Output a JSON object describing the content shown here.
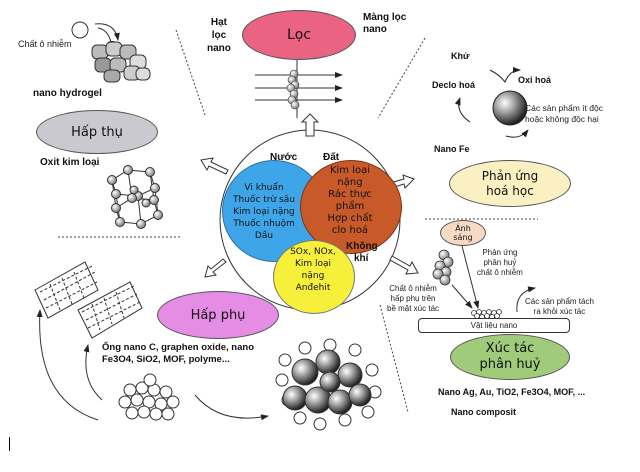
{
  "center": {
    "water_label": "Nước",
    "soil_label": "Đất",
    "air_label_line1": "Không",
    "air_label_line2": "khí",
    "water_items": [
      "Vi khuẩn",
      "Thuốc trừ sâu",
      "Kim loại nặng",
      "Thuốc nhuộm",
      "Dầu"
    ],
    "soil_items": [
      "Kim loại",
      "nặng",
      "Rác thực",
      "phẩm",
      "Hợp chất",
      "clo hoá"
    ],
    "air_items": [
      "SOx, NOx,",
      "Kim loại",
      "nặng",
      "Anđehit"
    ],
    "colors": {
      "water": "#3ea6e8",
      "soil": "#c85a2a",
      "air": "#f6f03a"
    }
  },
  "filter": {
    "title": "Lọc",
    "left_label": [
      "Hạt",
      "lọc",
      "nano"
    ],
    "right_label": [
      "Màng lọc",
      "nano"
    ],
    "color": "#ea6383"
  },
  "absorption": {
    "title": "Hấp thụ",
    "pollutant_label": "Chất ô nhiễm",
    "hydrogel_label": "nano hydrogel",
    "metal_oxide_label": "Oxit kim loại",
    "color": "#c9c9cf"
  },
  "reaction": {
    "title_line1": "Phản ứng",
    "title_line2": "hoá học",
    "reduce_label": "Khử",
    "oxidize_label": "Oxi hoá",
    "dechlorinate_label": "Declo hoá",
    "products_label": [
      "Các sản phẩm ít độc",
      "hoặc không độc hại"
    ],
    "nano_fe_label": "Nano Fe",
    "color": "#fbf0c2"
  },
  "adsorption": {
    "title": "Hấp phụ",
    "materials_line1": "Ống nano C, graphen oxide, nano",
    "materials_line2": "Fe3O4, SiO2, MOF, polyme...",
    "color": "#e58de5"
  },
  "catalysis": {
    "title_line1": "Xúc tác",
    "title_line2": "phân huỷ",
    "light_label": [
      "Ánh",
      "sáng"
    ],
    "decompose_label": [
      "Phản ứng",
      "phân huỷ",
      "chất ô nhiễm"
    ],
    "adsorbed_label": [
      "Chất ô nhiễm",
      "hấp phụ trên",
      "bề mặt xúc tác"
    ],
    "products_label": [
      "Các sản phẩm tách",
      "ra khỏi xúc tác"
    ],
    "material_label": "Vật liệu nano",
    "examples_line1": "Nano Ag, Au, TiO2, Fe3O4, MOF, ...",
    "examples_line2": "Nano composit",
    "color": "#9fcb7b",
    "light_color": "#f8d9c3"
  }
}
